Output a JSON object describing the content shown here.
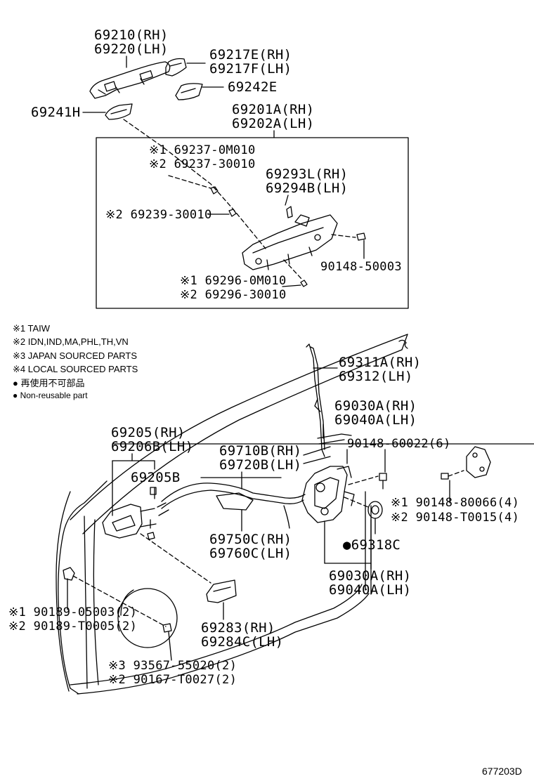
{
  "labels": {
    "l1": "69210(RH)",
    "l2": "69220(LH)",
    "l3": "69217E(RH)",
    "l4": "69217F(LH)",
    "l5": "69242E",
    "l6": "69241H",
    "l7": "69201A(RH)",
    "l8": "69202A(LH)",
    "l9": "※1 69237-0M010",
    "l10": "※2 69237-30010",
    "l11": "69293L(RH)",
    "l12": "69294B(LH)",
    "l13": "※2 69239-30010",
    "l14": "90148-50003",
    "l15": "※1 69296-0M010",
    "l16": "※2 69296-30010",
    "l17": "69311A(RH)",
    "l18": "69312(LH)",
    "l19": "69030A(RH)",
    "l20": "69040A(LH)",
    "l21": "69205(RH)",
    "l22": "69206B(LH)",
    "l23": "69710B(RH)",
    "l24": "69720B(LH)",
    "l25": "90148-60022(6)",
    "l26": "69205B",
    "l27": "※1 90148-80066(4)",
    "l28": "※2 90148-T0015(4)",
    "l29": "69750C(RH)",
    "l30": "69760C(LH)",
    "l31": "●69318C",
    "l32": "69030A(RH)",
    "l33": "69040A(LH)",
    "l34": "※1 90189-05003(2)",
    "l35": "※2 90189-T0005(2)",
    "l36": "69283(RH)",
    "l37": "69284C(LH)",
    "l38": "※3 93567-55020(2)",
    "l39": "※2 90167-T0027(2)"
  },
  "legend": [
    "※1 TAIW",
    "※2 IDN,IND,MA,PHL,TH,VN",
    "※3 JAPAN SOURCED PARTS",
    "※4 LOCAL SOURCED PARTS",
    "● 再使用不可部品",
    "● Non-reusable part"
  ],
  "diagram_code": "677203D"
}
